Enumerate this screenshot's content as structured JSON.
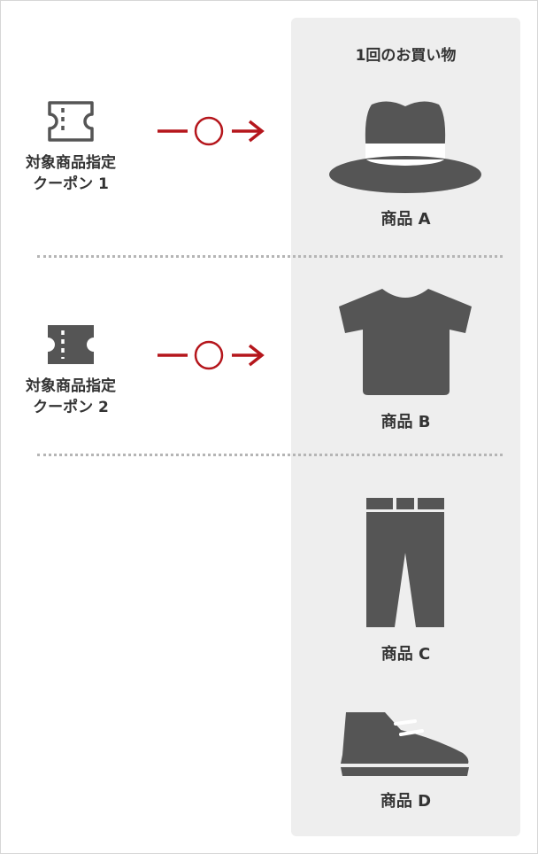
{
  "panel": {
    "title": "1回のお買い物"
  },
  "coupons": [
    {
      "line1": "対象商品指定",
      "line2": "クーポン 1",
      "icon": "ticket-outline-icon"
    },
    {
      "line1": "対象商品指定",
      "line2": "クーポン 2",
      "icon": "ticket-filled-icon"
    }
  ],
  "products": [
    {
      "label": "商品 A",
      "icon": "hat-icon"
    },
    {
      "label": "商品 B",
      "icon": "tshirt-icon"
    },
    {
      "label": "商品 C",
      "icon": "pants-icon"
    },
    {
      "label": "商品 D",
      "icon": "boot-icon"
    }
  ],
  "colors": {
    "arrow": "#b5161c",
    "icon": "#555555",
    "panel": "#eeeeee",
    "divider": "#b5b5b5"
  }
}
